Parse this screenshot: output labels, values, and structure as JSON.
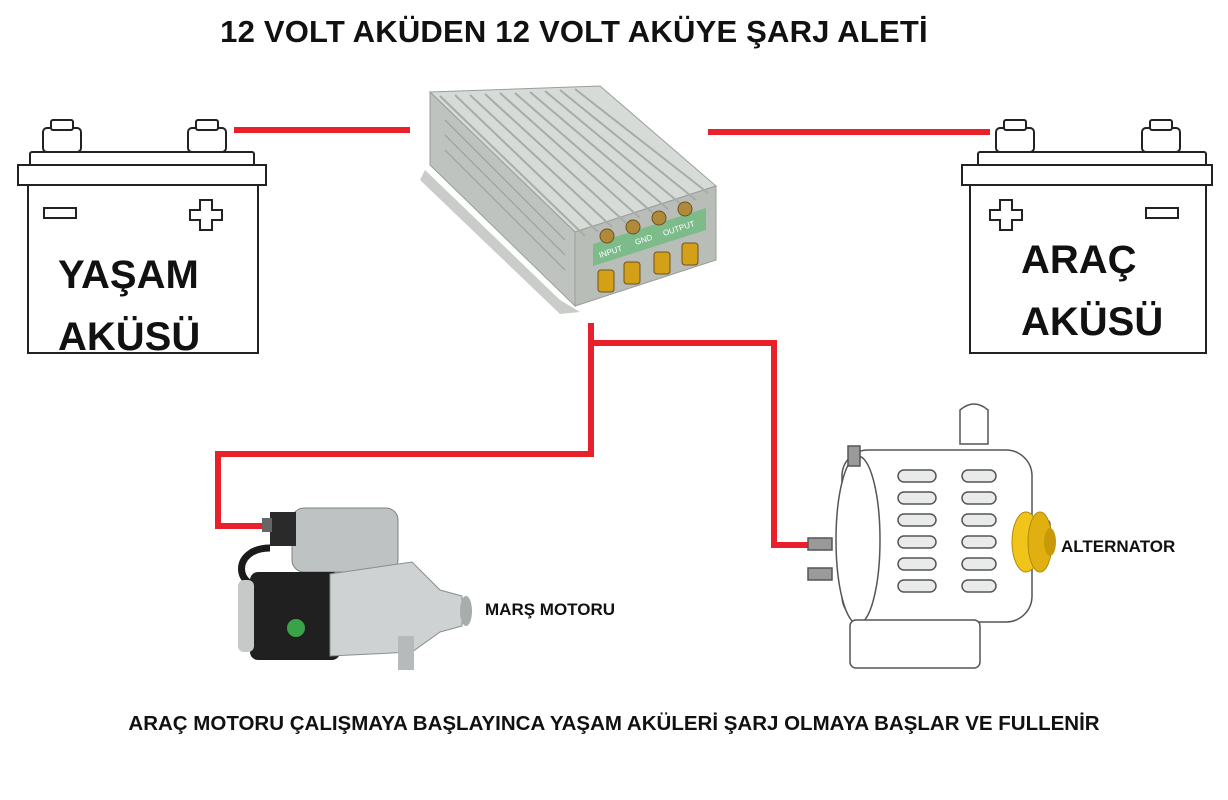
{
  "title": "12 VOLT AKÜDEN 12 VOLT AKÜYE ŞARJ ALETİ",
  "left_battery": {
    "line1": "YAŞAM",
    "line2": "AKÜSÜ"
  },
  "right_battery": {
    "line1": "ARAÇ",
    "line2": "AKÜSÜ"
  },
  "charger": {
    "input_label": "INPUT",
    "gnd_label": "GND",
    "output_label": "OUTPUT"
  },
  "starter_label": "MARŞ MOTORU",
  "alternator_label": "ALTERNATOR",
  "footer": "ARAÇ MOTORU ÇALIŞMAYA BAŞLAYINCA YAŞAM AKÜLERİ ŞARJ OLMAYA BAŞLAR VE FULLENİR",
  "colors": {
    "wire": "#e8202a",
    "outline": "#222222",
    "terminal": "#d4a017"
  },
  "icons": [
    "battery-icon",
    "dc-dc-charger-icon",
    "starter-motor-icon",
    "alternator-icon"
  ]
}
